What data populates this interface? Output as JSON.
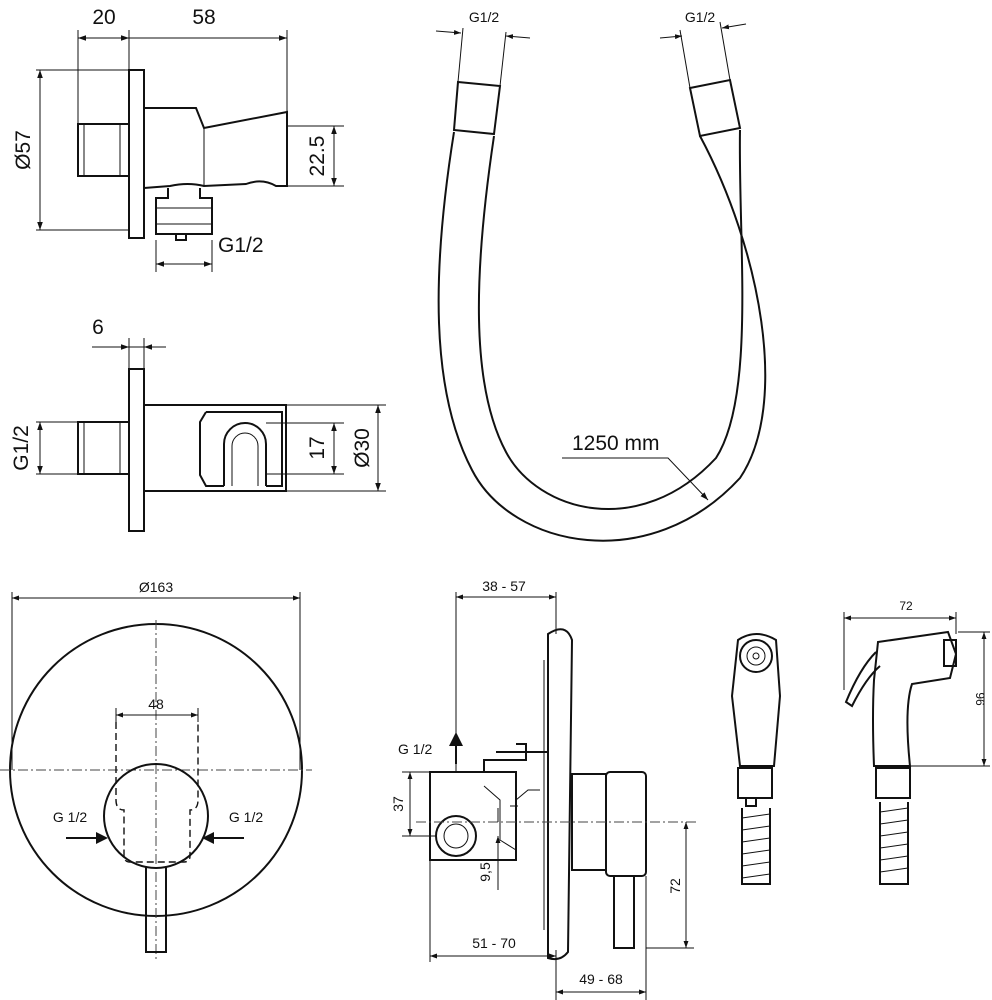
{
  "bracket_side": {
    "dim_depth": "20",
    "dim_length": "58",
    "dim_flange_diameter": "Ø57",
    "dim_height": "22.5",
    "dim_outlet_thread": "G1/2"
  },
  "bracket_top": {
    "dim_flange_thickness": "6",
    "dim_inlet_thread": "G1/2",
    "dim_holder_opening": "17",
    "dim_holder_diameter": "Ø30"
  },
  "hose": {
    "dim_thread_left": "G1/2",
    "dim_thread_right": "G1/2",
    "dim_length": "1250 mm"
  },
  "rosette_front": {
    "dim_diameter": "Ø163",
    "dim_body_width": "48",
    "inlet_left": "G 1/2",
    "inlet_right": "G 1/2"
  },
  "valve_side": {
    "dim_wall_depth": "38 - 57",
    "outlet_thread": "G 1/2",
    "dim_outlet_height": "37",
    "dim_offset": "9,5",
    "dim_lever_height": "72",
    "dim_body_depth": "51 - 70",
    "dim_handle_depth": "49 - 68"
  },
  "spray": {
    "dim_width": "72",
    "dim_height": "96"
  }
}
